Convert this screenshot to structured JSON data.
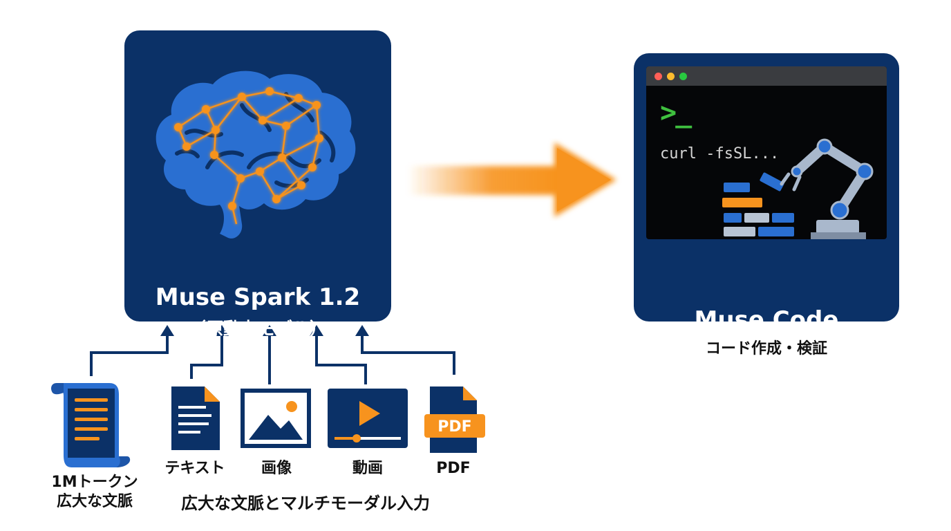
{
  "model_card": {
    "title": "Muse Spark 1.2",
    "subtitle": "（原動力モデル）"
  },
  "agent_card": {
    "title": "Muse Code",
    "subtitle": "（ターミナルエージェント）",
    "terminal": {
      "prompt": ">_",
      "command": "curl -fsSL..."
    }
  },
  "agent_caption": "コード作成・検証",
  "inputs": [
    {
      "icon": "scroll-icon",
      "label_line1": "1Mトークン",
      "label_line2": "広大な文脈"
    },
    {
      "icon": "text-document-icon",
      "label": "テキスト"
    },
    {
      "icon": "image-icon",
      "label": "画像"
    },
    {
      "icon": "video-icon",
      "label": "動画"
    },
    {
      "icon": "pdf-icon",
      "label": "PDF",
      "badge": "PDF"
    }
  ],
  "footer": "広大な文脈とマルチモーダル入力",
  "colors": {
    "navy": "#0b3167",
    "brain_blue": "#2a6fd1",
    "accent_orange": "#f7931e",
    "terminal_bg": "#050608",
    "prompt_green": "#3fbf3f"
  }
}
